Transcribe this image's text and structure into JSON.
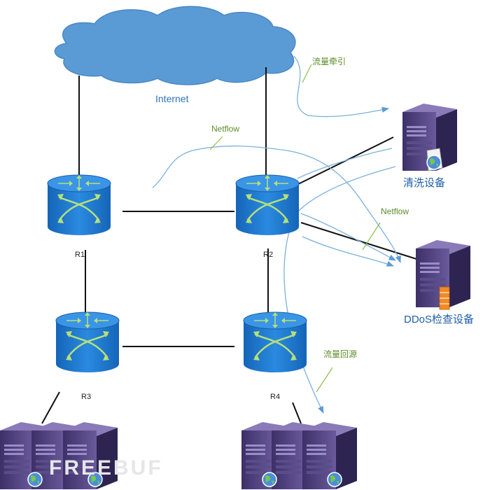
{
  "diagram": {
    "cloud_label": "Internet",
    "routers": {
      "r1": "R1",
      "r2": "R2",
      "r3": "R3",
      "r4": "R4"
    },
    "annotations": {
      "traffic_diversion": "流量牵引",
      "netflow_top": "Netflow",
      "netflow_right": "Netflow",
      "traffic_return": "流量回源"
    },
    "devices": {
      "cleaning": "清洗设备",
      "ddos_check": "DDoS检查设备"
    },
    "watermark": "FREEBUF"
  },
  "colors": {
    "cloud": "#5b9bd5",
    "router_body": "#1f75c8",
    "router_arrow": "#a8d96a",
    "flow_line": "#7ab0de",
    "server_body": "#4e3f7a",
    "annotation": "#5b8c2a"
  }
}
